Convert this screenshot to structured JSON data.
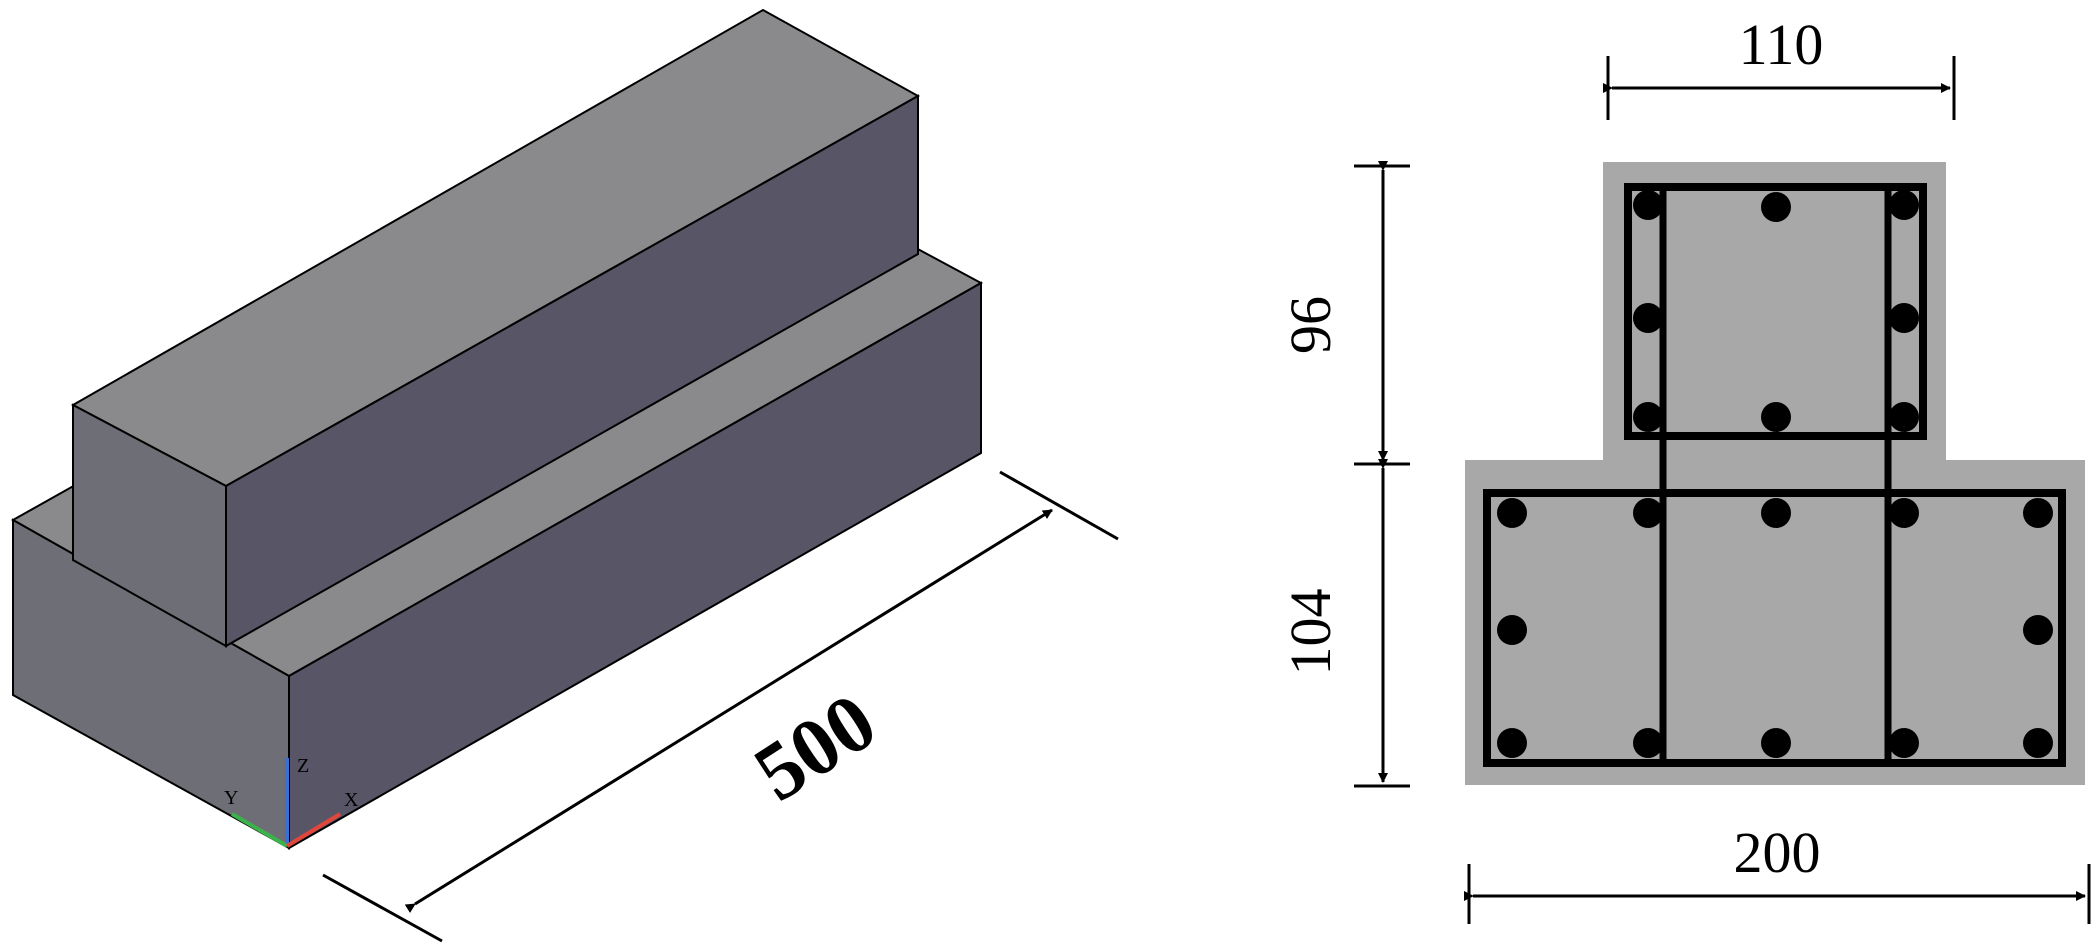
{
  "isometric_view": {
    "length_label": "500",
    "axis_labels": {
      "x": "X",
      "y": "Y",
      "z": "Z"
    }
  },
  "cross_section": {
    "top_width_label": "110",
    "web_height_label": "96",
    "flange_height_label": "104",
    "bottom_width_label": "200"
  },
  "colors": {
    "top_face": "#8a8a8d",
    "side_face": "#575566",
    "front_face": "#6e6e76",
    "section_fill": "#a8a8a8",
    "outline": "#000000",
    "axis_x": "#e0463c",
    "axis_y": "#3bb34a",
    "axis_z": "#3a6fd8"
  }
}
